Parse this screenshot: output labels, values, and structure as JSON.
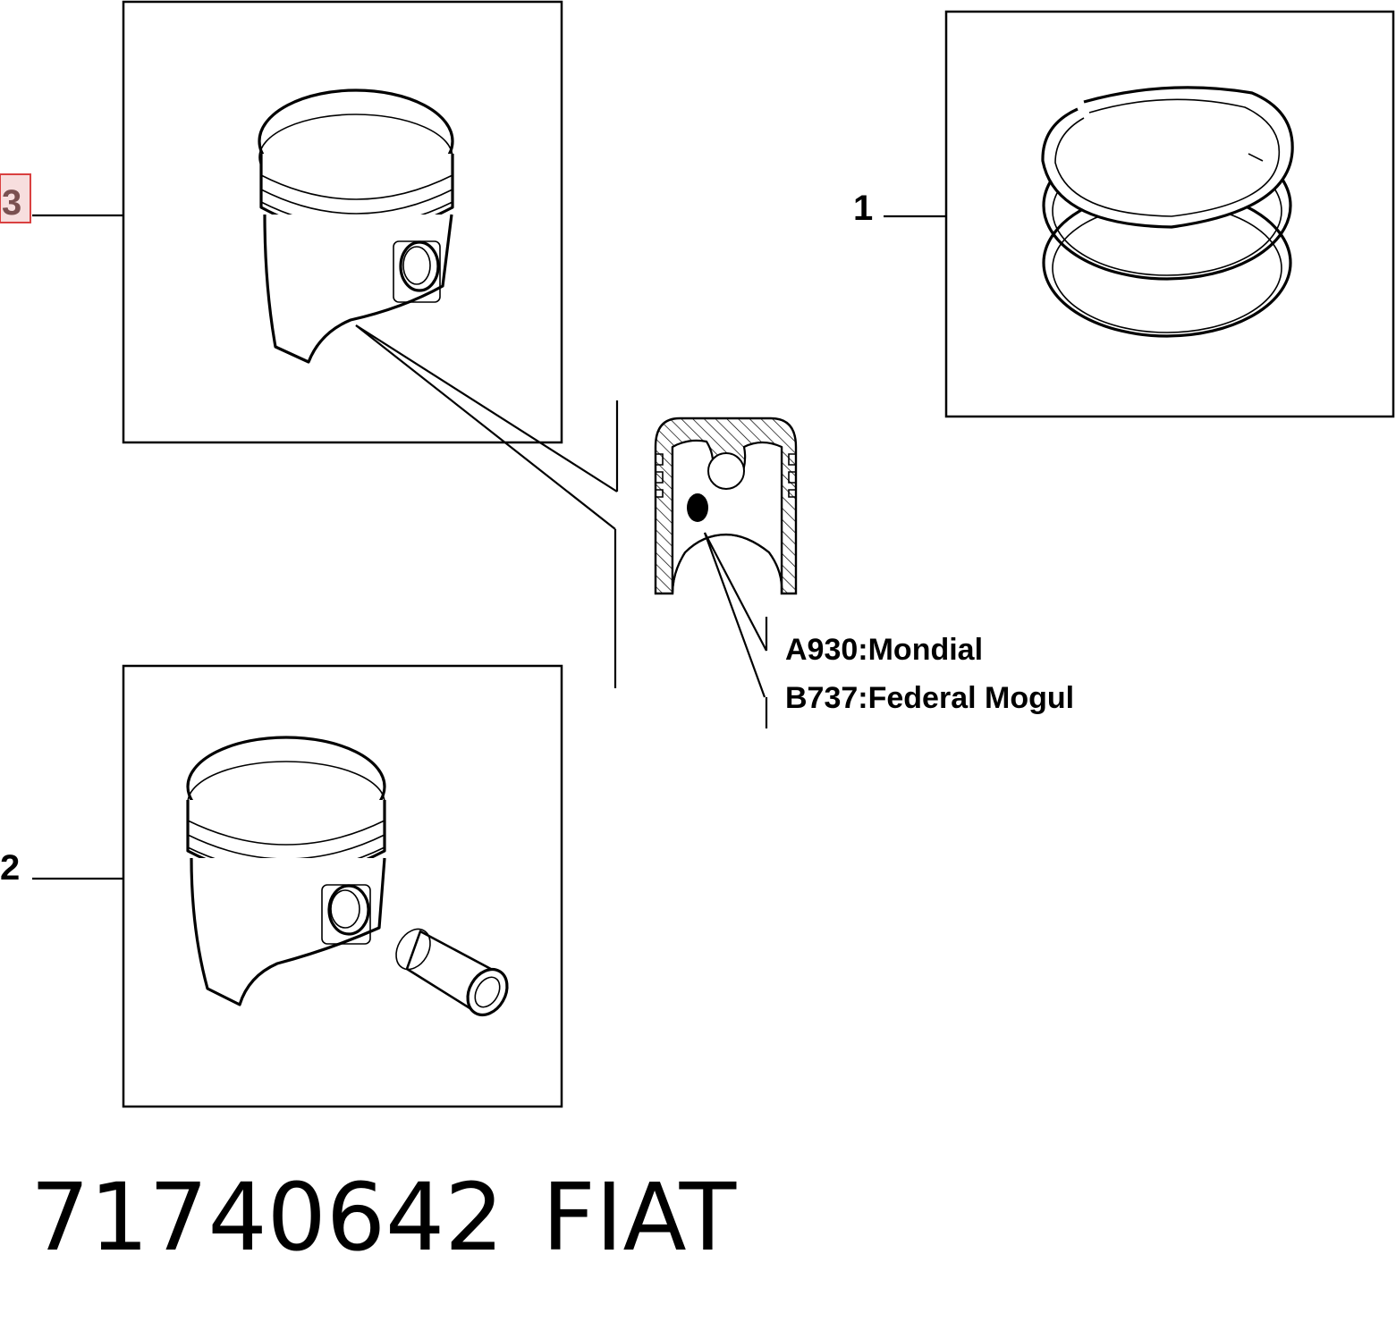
{
  "callouts": {
    "piston_rings": "1",
    "piston_with_pin": "2",
    "piston": "3"
  },
  "manufacturers": [
    {
      "code_label": "A930:Mondial"
    },
    {
      "code_label": "B737:Federal Mogul"
    }
  ],
  "footer": {
    "part_number": "71740642",
    "brand": "FIAT"
  },
  "colors": {
    "line": "#000000",
    "background": "#ffffff",
    "highlight_fill": "#f7dede",
    "highlight_border": "#d94040"
  }
}
